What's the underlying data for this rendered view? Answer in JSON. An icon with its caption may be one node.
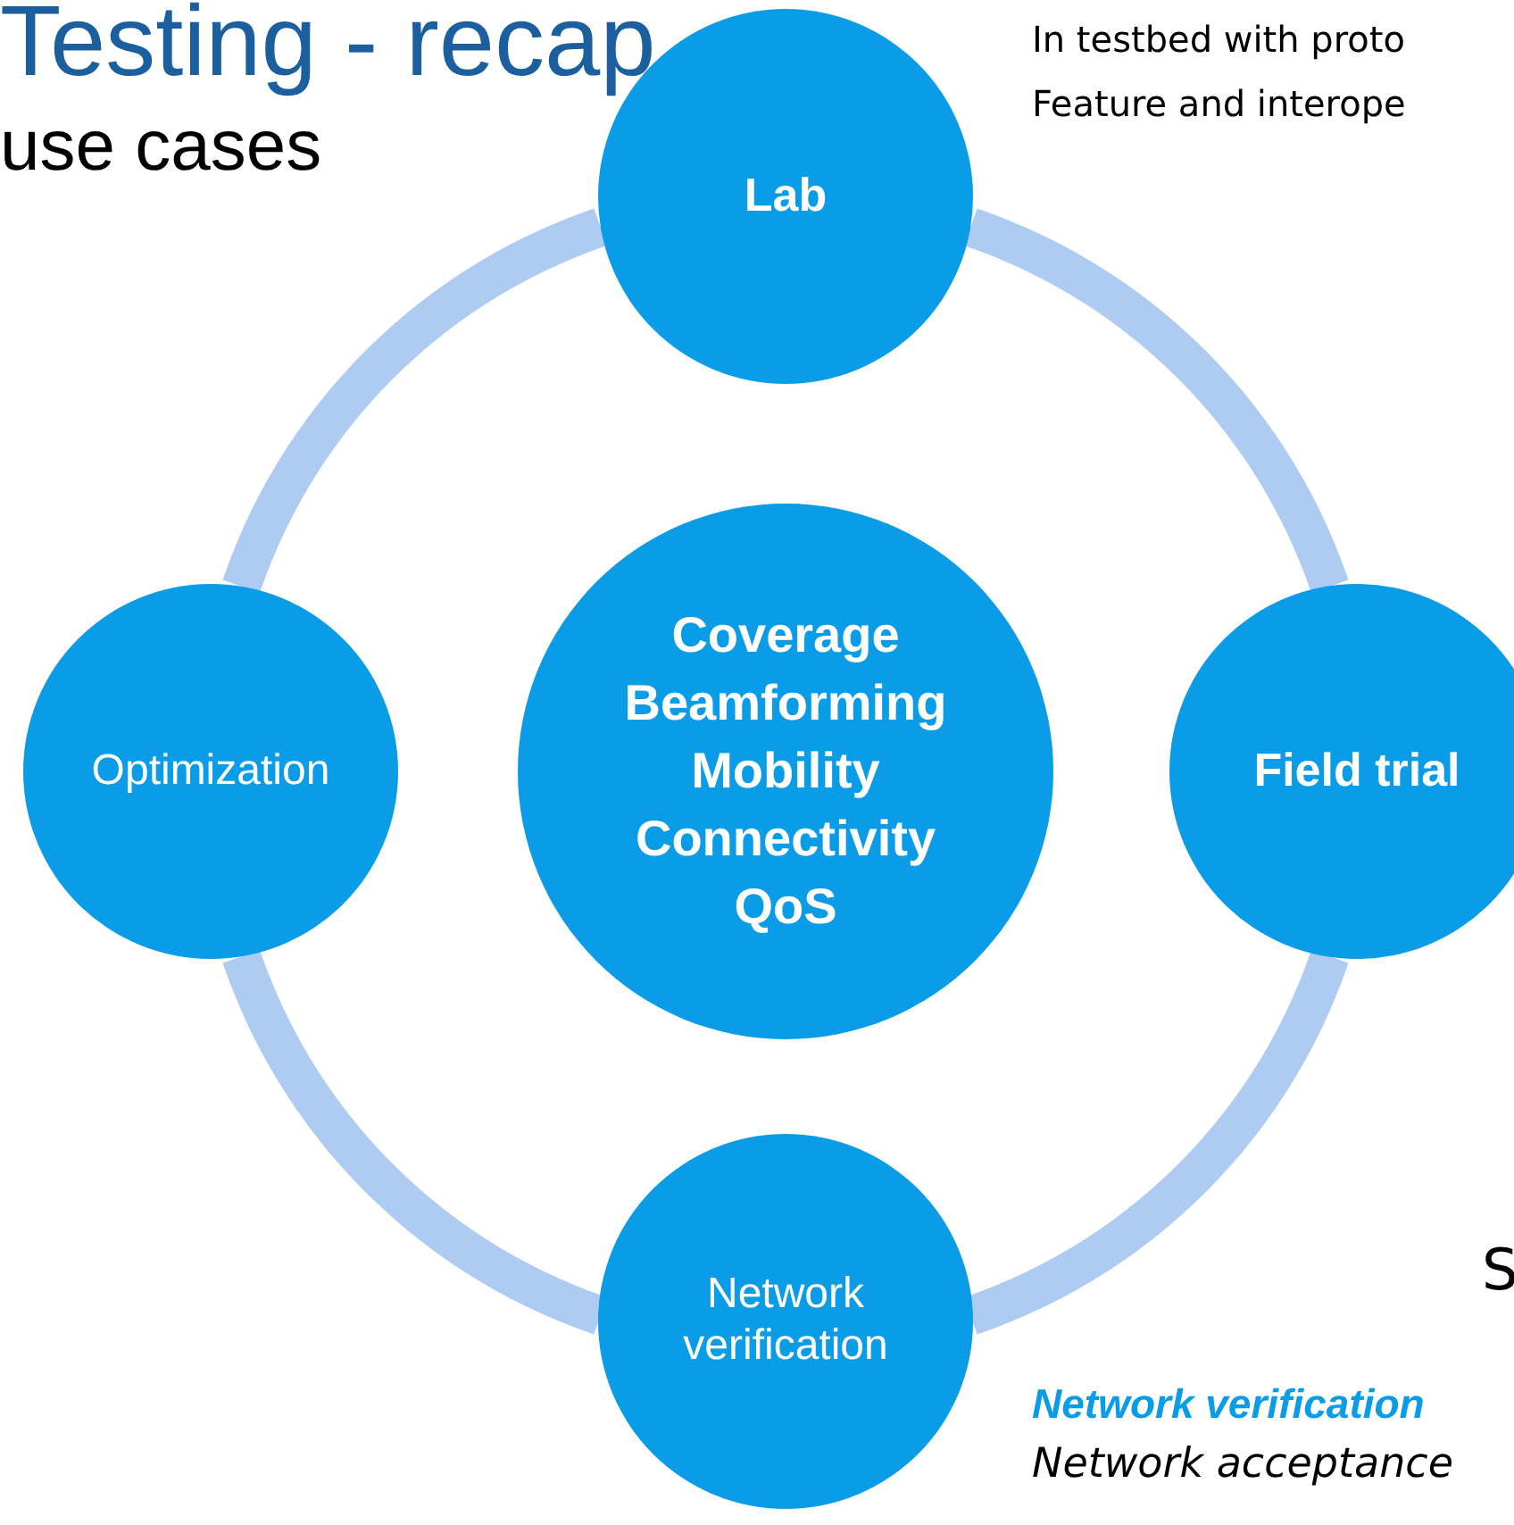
{
  "diagram": {
    "title": "Testing - recap",
    "nodes": [
      {
        "text": [
          "Lab"
        ]
      },
      {
        "text": [
          "Field trial"
        ]
      },
      {
        "text": [
          "Network verification"
        ]
      },
      {
        "text": [
          "Optimization"
        ]
      },
      {
        "text": [
          "Coverage",
          "Beamforming",
          "Mobility",
          "Connectivity",
          "QoS"
        ]
      }
    ],
    "edges": [
      {
        "from": 0,
        "to": 1,
        "arrow": "none"
      },
      {
        "from": 1,
        "to": 2,
        "arrow": "none"
      },
      {
        "from": 2,
        "to": 3,
        "arrow": "none"
      },
      {
        "from": 3,
        "to": 0,
        "arrow": "none"
      }
    ],
    "labels": [
      "use cases",
      "In testbed with proto",
      "Feature and interope",
      "S",
      "Network verification",
      "Network acceptance"
    ]
  }
}
